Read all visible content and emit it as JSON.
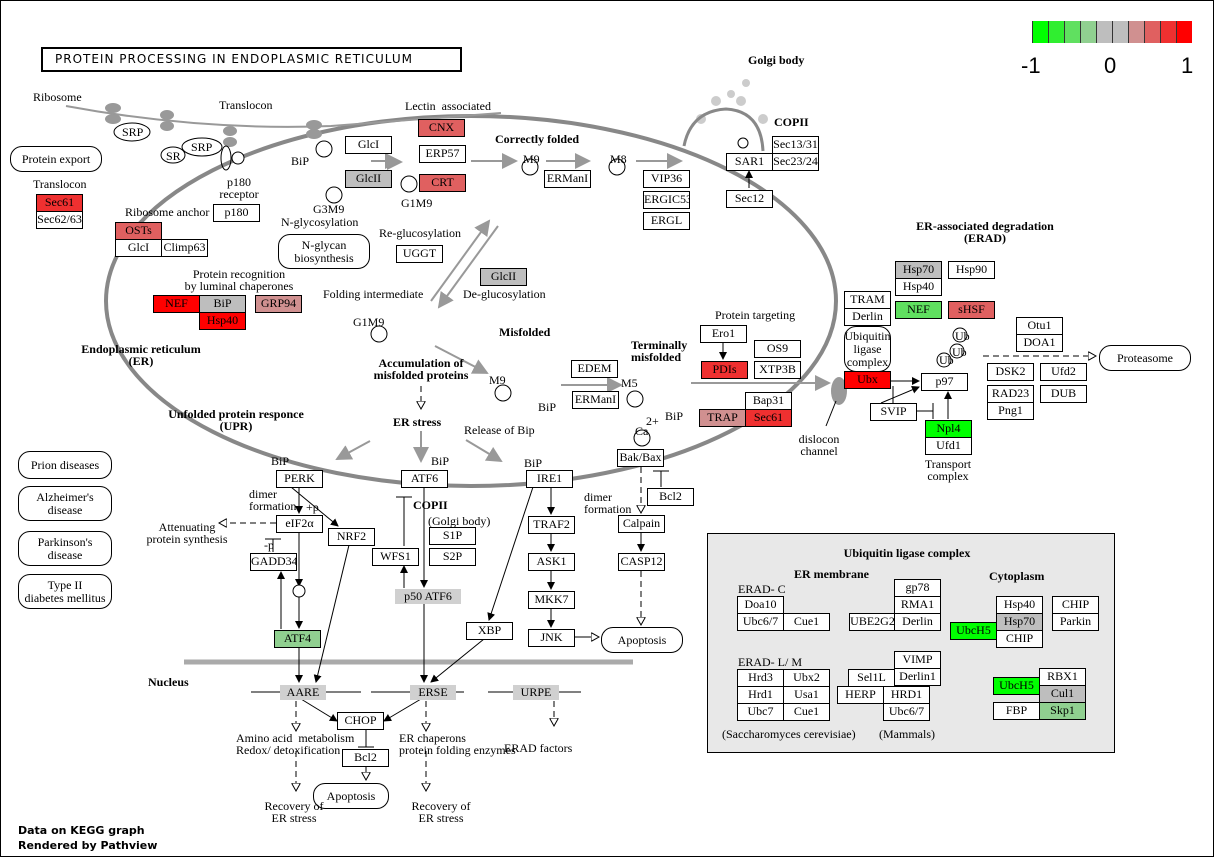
{
  "title": "PROTEIN PROCESSING IN ENDOPLASMIC RETICULUM",
  "legend": {
    "min_label": "-1",
    "mid_label": "0",
    "max_label": "1",
    "colors": [
      "#00ff00",
      "#30ee30",
      "#60e060",
      "#90d090",
      "#bebebe",
      "#bebebe",
      "#d09090",
      "#e06060",
      "#ef3030",
      "#ff0000"
    ]
  },
  "footer": {
    "line1": "Data on KEGG graph",
    "line2": "Rendered by Pathview"
  },
  "nodes": {
    "sec61a": {
      "label": "Sec61",
      "color": "#ef3030"
    },
    "sec6263": {
      "label": "Sec62/63",
      "color": "#ffffff"
    },
    "osts": {
      "label": "OSTs",
      "color": "#e06060"
    },
    "glci_a": {
      "label": "GlcI",
      "color": "#ffffff"
    },
    "climp63": {
      "label": "Climp63",
      "color": "#ffffff"
    },
    "p180": {
      "label": "p180",
      "color": "#ffffff"
    },
    "nef_a": {
      "label": "NEF",
      "color": "#ff0000"
    },
    "bip_a": {
      "label": "BiP",
      "color": "#bebebe"
    },
    "hsp40_a": {
      "label": "Hsp40",
      "color": "#ff0000"
    },
    "grp94": {
      "label": "GRP94",
      "color": "#d09090"
    },
    "glci_b": {
      "label": "GlcI",
      "color": "#ffffff"
    },
    "glcii_a": {
      "label": "GlcII",
      "color": "#bebebe"
    },
    "cnx": {
      "label": "CNX",
      "color": "#e06060"
    },
    "erp57": {
      "label": "ERP57",
      "color": "#ffffff"
    },
    "crt": {
      "label": "CRT",
      "color": "#e06060"
    },
    "ermani_a": {
      "label": "ERManI",
      "color": "#ffffff"
    },
    "vip36": {
      "label": "VIP36",
      "color": "#ffffff"
    },
    "ergic53": {
      "label": "ERGIC53",
      "color": "#ffffff"
    },
    "ergl": {
      "label": "ERGL",
      "color": "#ffffff"
    },
    "sar1": {
      "label": "SAR1",
      "color": "#ffffff"
    },
    "sec1331": {
      "label": "Sec13/31",
      "color": "#ffffff"
    },
    "sec2324": {
      "label": "Sec23/24",
      "color": "#ffffff"
    },
    "sec12": {
      "label": "Sec12",
      "color": "#ffffff"
    },
    "uggt": {
      "label": "UGGT",
      "color": "#ffffff"
    },
    "glcii_b": {
      "label": "GlcII",
      "color": "#bebebe"
    },
    "edem": {
      "label": "EDEM",
      "color": "#ffffff"
    },
    "ermani_b": {
      "label": "ERManI",
      "color": "#ffffff"
    },
    "ero1": {
      "label": "Ero1",
      "color": "#ffffff"
    },
    "pdis": {
      "label": "PDIs",
      "color": "#ef3030"
    },
    "os9": {
      "label": "OS9",
      "color": "#ffffff"
    },
    "xtp3b": {
      "label": "XTP3B",
      "color": "#ffffff"
    },
    "bap31": {
      "label": "Bap31",
      "color": "#ffffff"
    },
    "trap": {
      "label": "TRAP",
      "color": "#d09090"
    },
    "sec61b": {
      "label": "Sec61",
      "color": "#ef3030"
    },
    "tram": {
      "label": "TRAM",
      "color": "#ffffff"
    },
    "derlin_a": {
      "label": "Derlin",
      "color": "#ffffff"
    },
    "ubx": {
      "label": "Ubx",
      "color": "#ff0000"
    },
    "p97": {
      "label": "p97",
      "color": "#ffffff"
    },
    "svip": {
      "label": "SVIP",
      "color": "#ffffff"
    },
    "npl4": {
      "label": "Npl4",
      "color": "#00ff00"
    },
    "ufd1": {
      "label": "Ufd1",
      "color": "#ffffff"
    },
    "hsp70_a": {
      "label": "Hsp70",
      "color": "#bebebe"
    },
    "hsp90": {
      "label": "Hsp90",
      "color": "#ffffff"
    },
    "hsp40_b": {
      "label": "Hsp40",
      "color": "#ffffff"
    },
    "nef_b": {
      "label": "NEF",
      "color": "#60e060"
    },
    "shsf": {
      "label": "sHSF",
      "color": "#e06060"
    },
    "otu1": {
      "label": "Otu1",
      "color": "#ffffff"
    },
    "doa1": {
      "label": "DOA1",
      "color": "#ffffff"
    },
    "dsk2": {
      "label": "DSK2",
      "color": "#ffffff"
    },
    "ufd2": {
      "label": "Ufd2",
      "color": "#ffffff"
    },
    "rad23": {
      "label": "RAD23",
      "color": "#ffffff"
    },
    "png1": {
      "label": "Png1",
      "color": "#ffffff"
    },
    "dub": {
      "label": "DUB",
      "color": "#ffffff"
    },
    "perk": {
      "label": "PERK",
      "color": "#ffffff"
    },
    "atf6": {
      "label": "ATF6",
      "color": "#ffffff"
    },
    "ire1": {
      "label": "IRE1",
      "color": "#ffffff"
    },
    "eif2a": {
      "label": "eIF2α",
      "color": "#ffffff"
    },
    "nrf2": {
      "label": "NRF2",
      "color": "#ffffff"
    },
    "gadd34": {
      "label": "GADD34",
      "color": "#ffffff"
    },
    "atf4": {
      "label": "ATF4",
      "color": "#90d090"
    },
    "wfs1": {
      "label": "WFS1",
      "color": "#ffffff"
    },
    "s1p": {
      "label": "S1P",
      "color": "#ffffff"
    },
    "s2p": {
      "label": "S2P",
      "color": "#ffffff"
    },
    "p50atf6": {
      "label": "p50 ATF6",
      "color": "#d0d0d0"
    },
    "xbp": {
      "label": "XBP",
      "color": "#ffffff"
    },
    "traf2": {
      "label": "TRAF2",
      "color": "#ffffff"
    },
    "ask1": {
      "label": "ASK1",
      "color": "#ffffff"
    },
    "mkk7": {
      "label": "MKK7",
      "color": "#ffffff"
    },
    "jnk": {
      "label": "JNK",
      "color": "#ffffff"
    },
    "bakbax": {
      "label": "Bak/Bax",
      "color": "#ffffff"
    },
    "bcl2_a": {
      "label": "Bcl2",
      "color": "#ffffff"
    },
    "calpain": {
      "label": "Calpain",
      "color": "#ffffff"
    },
    "casp12": {
      "label": "CASP12",
      "color": "#ffffff"
    },
    "aare": {
      "label": "AARE",
      "color": "#d0d0d0"
    },
    "erse": {
      "label": "ERSE",
      "color": "#d0d0d0"
    },
    "urpe": {
      "label": "URPE",
      "color": "#d0d0d0"
    },
    "chop": {
      "label": "CHOP",
      "color": "#ffffff"
    },
    "bcl2_b": {
      "label": "Bcl2",
      "color": "#ffffff"
    },
    "doa10": {
      "label": "Doa10",
      "color": "#ffffff"
    },
    "ubc67_a": {
      "label": "Ubc6/7",
      "color": "#ffffff"
    },
    "cue1_a": {
      "label": "Cue1",
      "color": "#ffffff"
    },
    "gp78": {
      "label": "gp78",
      "color": "#ffffff"
    },
    "rma1": {
      "label": "RMA1",
      "color": "#ffffff"
    },
    "ube2g2": {
      "label": "UBE2G2",
      "color": "#ffffff"
    },
    "derlin_b": {
      "label": "Derlin",
      "color": "#ffffff"
    },
    "hrd3": {
      "label": "Hrd3",
      "color": "#ffffff"
    },
    "ubx2": {
      "label": "Ubx2",
      "color": "#ffffff"
    },
    "hrd1_a": {
      "label": "Hrd1",
      "color": "#ffffff"
    },
    "usa1": {
      "label": "Usa1",
      "color": "#ffffff"
    },
    "ubc7": {
      "label": "Ubc7",
      "color": "#ffffff"
    },
    "cue1_b": {
      "label": "Cue1",
      "color": "#ffffff"
    },
    "vimp": {
      "label": "VIMP",
      "color": "#ffffff"
    },
    "derlin1": {
      "label": "Derlin1",
      "color": "#ffffff"
    },
    "sel1l": {
      "label": "Sel1L",
      "color": "#ffffff"
    },
    "herp": {
      "label": "HERP",
      "color": "#ffffff"
    },
    "hrd1_b": {
      "label": "HRD1",
      "color": "#ffffff"
    },
    "ubc67_b": {
      "label": "Ubc6/7",
      "color": "#ffffff"
    },
    "hsp40_c": {
      "label": "Hsp40",
      "color": "#ffffff"
    },
    "hsp70_c": {
      "label": "Hsp70",
      "color": "#bebebe"
    },
    "chip_a": {
      "label": "CHIP",
      "color": "#ffffff"
    },
    "chip_b": {
      "label": "CHIP",
      "color": "#ffffff"
    },
    "parkin": {
      "label": "Parkin",
      "color": "#ffffff"
    },
    "ubch5_a": {
      "label": "UbcH5",
      "color": "#00ff00"
    },
    "rbx1": {
      "label": "RBX1",
      "color": "#ffffff"
    },
    "cul1": {
      "label": "Cul1",
      "color": "#bebebe"
    },
    "skp1": {
      "label": "Skp1",
      "color": "#90d090"
    },
    "ubch5_b": {
      "label": "UbcH5",
      "color": "#00ff00"
    },
    "fbp": {
      "label": "FBP",
      "color": "#ffffff"
    }
  },
  "maps": {
    "protein_export": "Protein export",
    "nglycan": "N-glycan\nbiosynthesis",
    "prion": "Prion diseases",
    "alzheimer": "Alzheimer's\ndisease",
    "parkinson": "Parkinson's\ndisease",
    "t2dm": "Type II\ndiabetes mellitus",
    "proteasome": "Proteasome",
    "apoptosis_a": "Apoptosis",
    "apoptosis_b": "Apoptosis",
    "ubiquitin_ligase": "Ubiquitin\nligase\ncomplex"
  },
  "labels": {
    "ribosome": "Ribosome",
    "translocon_top": "Translocon",
    "translocon_left": "Translocon",
    "srp1": "SRP",
    "srp2": "SRP",
    "sr": "SR",
    "bip1": "BiP",
    "p180_receptor": "p180\nreceptor",
    "ribosome_anchor": "Ribosome anchor",
    "g3m9": "G3M9",
    "nglycosylation": "N-glycosylation",
    "lectin": "Lectin  associated",
    "g1m9": "G1M9",
    "reglucosylation": "Re-glucosylation",
    "correctly_folded": "Correctly folded",
    "m9a": "M9",
    "m8": "M8",
    "golgi": "Golgi body",
    "copii": "COPII",
    "protein_recognition": "Protein recognition\nby luminal chaperones",
    "folding_intermediate": "Folding intermediate",
    "deglucosylation": "De-glucosylation",
    "g1m9b": "G1M9",
    "misfolded": "Misfolded",
    "er": "Endoplasmic reticulum\n(ER)",
    "accumulation": "Accumulation of\nmisfolded proteins",
    "m9b": "M9",
    "bip2": "BiP",
    "terminally": "Terminally\nmisfolded",
    "m5": "M5",
    "bip3": "BiP",
    "ca": "Ca",
    "ca_charge": "2+",
    "protein_targeting": "Protein targeting",
    "erad": "ER-associated degradation\n(ERAD)",
    "dislocon": "dislocon\nchannel",
    "transport": "Transport\ncomplex",
    "ub1": "Ub",
    "ub2": "Ub",
    "ub3": "Ub",
    "upr": "Unfolded protein responce\n(UPR)",
    "er_stress": "ER stress",
    "release_bip": "Release of Bip",
    "bip4": "BiP",
    "bip5": "BiP",
    "bip6": "BiP",
    "dimer1": "dimer\nformation",
    "plus_p": "+p",
    "minus_p": "-p",
    "dimer2": "dimer\nformation",
    "attenuating": "Attenuating\nprotein synthesis",
    "copii2": "COPII",
    "golgi2": "(Golgi body)",
    "nucleus": "Nucleus",
    "amino": "Amino acid  metabolism\nRedox/ detoxification",
    "er_chaperons": "ER chaperons\nprotein folding enzymes",
    "erad_factors": "ERAD factors",
    "recovery1": "Recovery of\nER stress",
    "recovery2": "Recovery of\nER stress",
    "ub_title": "Ubiquitin ligase complex",
    "er_membrane": "ER membrane",
    "cytoplasm": "Cytoplasm",
    "erad_c": "ERAD- C",
    "erad_lm": "ERAD- L/ M",
    "sacch": "(Saccharomyces cerevisiae)",
    "mammals": "(Mammals)"
  }
}
